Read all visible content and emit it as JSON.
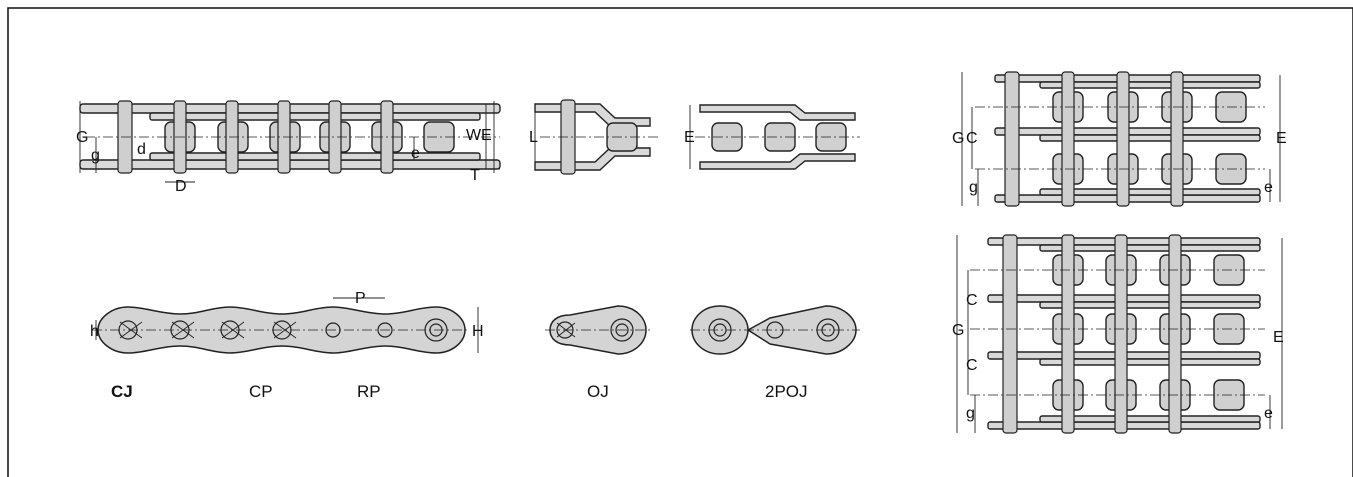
{
  "labels": {
    "G": "G",
    "g": "g",
    "d": "d",
    "D": "D",
    "W": "W",
    "E": "E",
    "e": "e",
    "T": "T",
    "L": "L",
    "C": "C",
    "P": "P",
    "h": "h",
    "H": "H"
  },
  "captions": {
    "cj": "CJ",
    "cp": "CP",
    "rp": "RP",
    "oj": "OJ",
    "poj": "2POJ"
  }
}
